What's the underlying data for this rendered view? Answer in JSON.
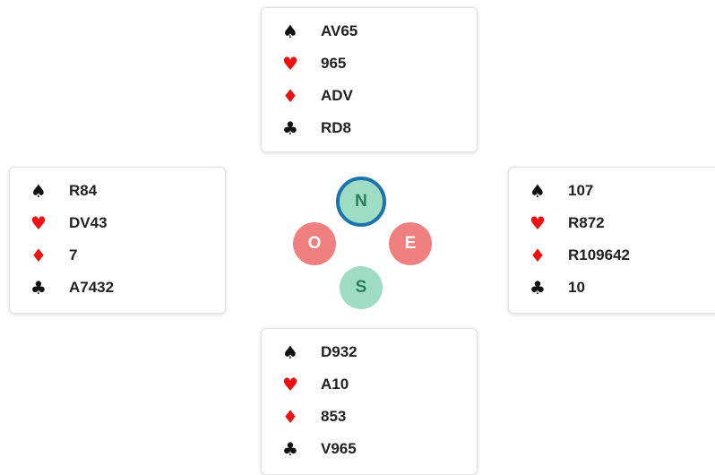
{
  "colors": {
    "black_suit": "#111111",
    "red_suit": "#ee1111",
    "north_ring": "#1a73ad",
    "east_west_seat": "#f07f7f",
    "north_south_seat": "#9edcc4"
  },
  "suits": {
    "spades": "♠",
    "hearts": "♥",
    "diamonds": "♦",
    "clubs": "♣"
  },
  "compass": {
    "north": "N",
    "west": "O",
    "east": "E",
    "south": "S",
    "active": "north"
  },
  "hands": {
    "north": {
      "spades": "AV65",
      "hearts": "965",
      "diamonds": "ADV",
      "clubs": "RD8"
    },
    "west": {
      "spades": "R84",
      "hearts": "DV43",
      "diamonds": "7",
      "clubs": "A7432"
    },
    "east": {
      "spades": "107",
      "hearts": "R872",
      "diamonds": "R109642",
      "clubs": "10"
    },
    "south": {
      "spades": "D932",
      "hearts": "A10",
      "diamonds": "853",
      "clubs": "V965"
    }
  }
}
